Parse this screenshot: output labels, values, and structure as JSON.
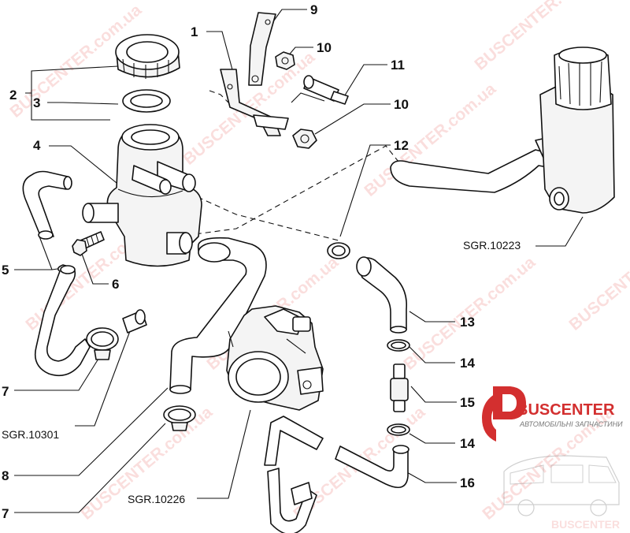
{
  "callouts": {
    "c1": "1",
    "c2": "2",
    "c3": "3",
    "c4": "4",
    "c5": "5",
    "c6": "6",
    "c7a": "7",
    "c7b": "7",
    "c8": "8",
    "c9": "9",
    "c10a": "10",
    "c10b": "10",
    "c11": "11",
    "c12": "12",
    "c13": "13",
    "c14a": "14",
    "c14b": "14",
    "c15": "15",
    "c16": "16"
  },
  "references": {
    "sgr_10223": "SGR.10223",
    "sgr_10301": "SGR.10301",
    "sgr_10226": "SGR.10226"
  },
  "watermark": {
    "brand": "BUSCENTER",
    "site": "BUSCENTER.com.ua"
  },
  "logo": {
    "name": "BUSCENTER",
    "tagline": "АВТОМОБІЛЬНІ ЗАПЧАСТИНИ",
    "colors": {
      "primary": "#d32f2f",
      "secondary": "#777777"
    }
  }
}
